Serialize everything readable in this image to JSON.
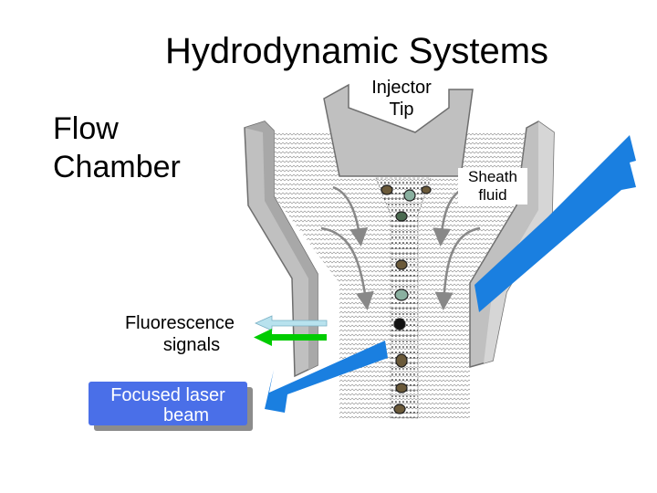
{
  "title": "Hydrodynamic Systems",
  "flow_chamber_label": [
    "Flow",
    "Chamber"
  ],
  "injector_label": [
    "Injector",
    "Tip"
  ],
  "sheath_label": [
    "Sheath",
    "fluid"
  ],
  "fluorescence_label": [
    "Fluorescence",
    "signals"
  ],
  "laser_label": [
    "Focused laser",
    "beam"
  ],
  "colors": {
    "laser_beam": "#1a7fe0",
    "laser_box": "#4a6fe8",
    "chamber_wall": "#c0c0c0",
    "arrow_light": "#a8d8e8",
    "arrow_green": "#00cc00"
  }
}
